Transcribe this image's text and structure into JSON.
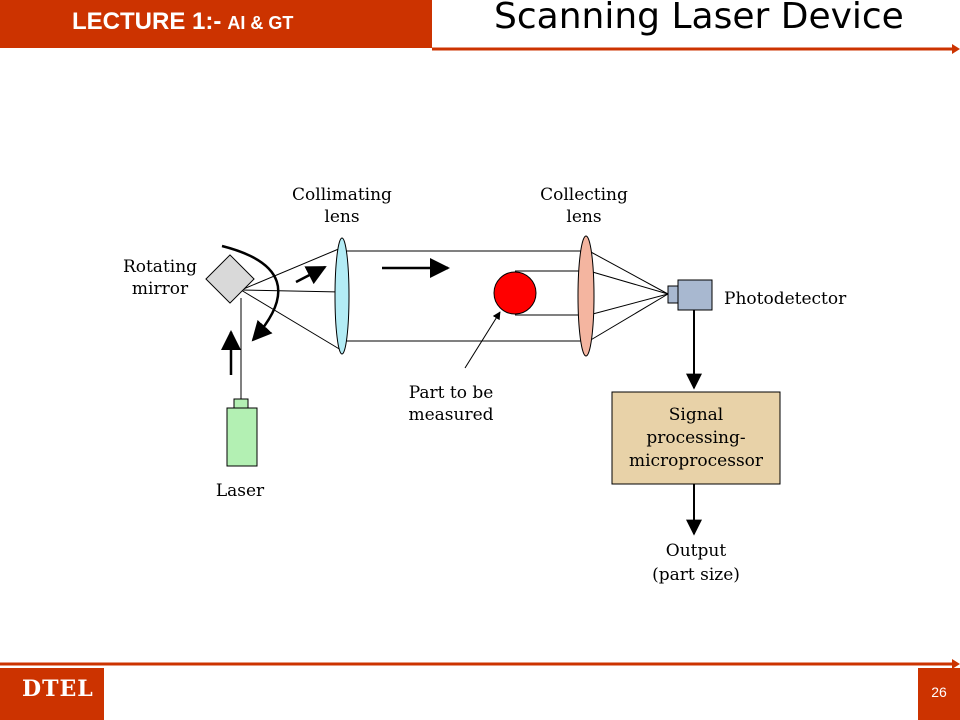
{
  "header": {
    "lecture_label": "LECTURE 1:-",
    "lecture_sub": "AI & GT",
    "title": "Scanning Laser Device"
  },
  "diagram": {
    "labels": {
      "rotating_mirror": [
        "Rotating",
        "mirror"
      ],
      "collimating_lens": [
        "Collimating",
        "lens"
      ],
      "collecting_lens": [
        "Collecting",
        "lens"
      ],
      "photodetector": "Photodetector",
      "part": [
        "Part to be",
        "measured"
      ],
      "laser": "Laser",
      "signal_box": [
        "Signal",
        "processing-",
        "microprocessor"
      ],
      "output": [
        "Output",
        "(part size)"
      ]
    },
    "colors": {
      "mirror": "#d9d9d9",
      "collimating_lens": "#b3ecf5",
      "collecting_lens": "#f4b5a0",
      "part": "#ff0000",
      "laser": "#b3f0b3",
      "photodetector": "#a8b8d0",
      "signal_box": "#e8d2a8"
    }
  },
  "footer": {
    "brand": "DTEL",
    "page_number": "26"
  },
  "theme": {
    "accent": "#cc3300"
  }
}
